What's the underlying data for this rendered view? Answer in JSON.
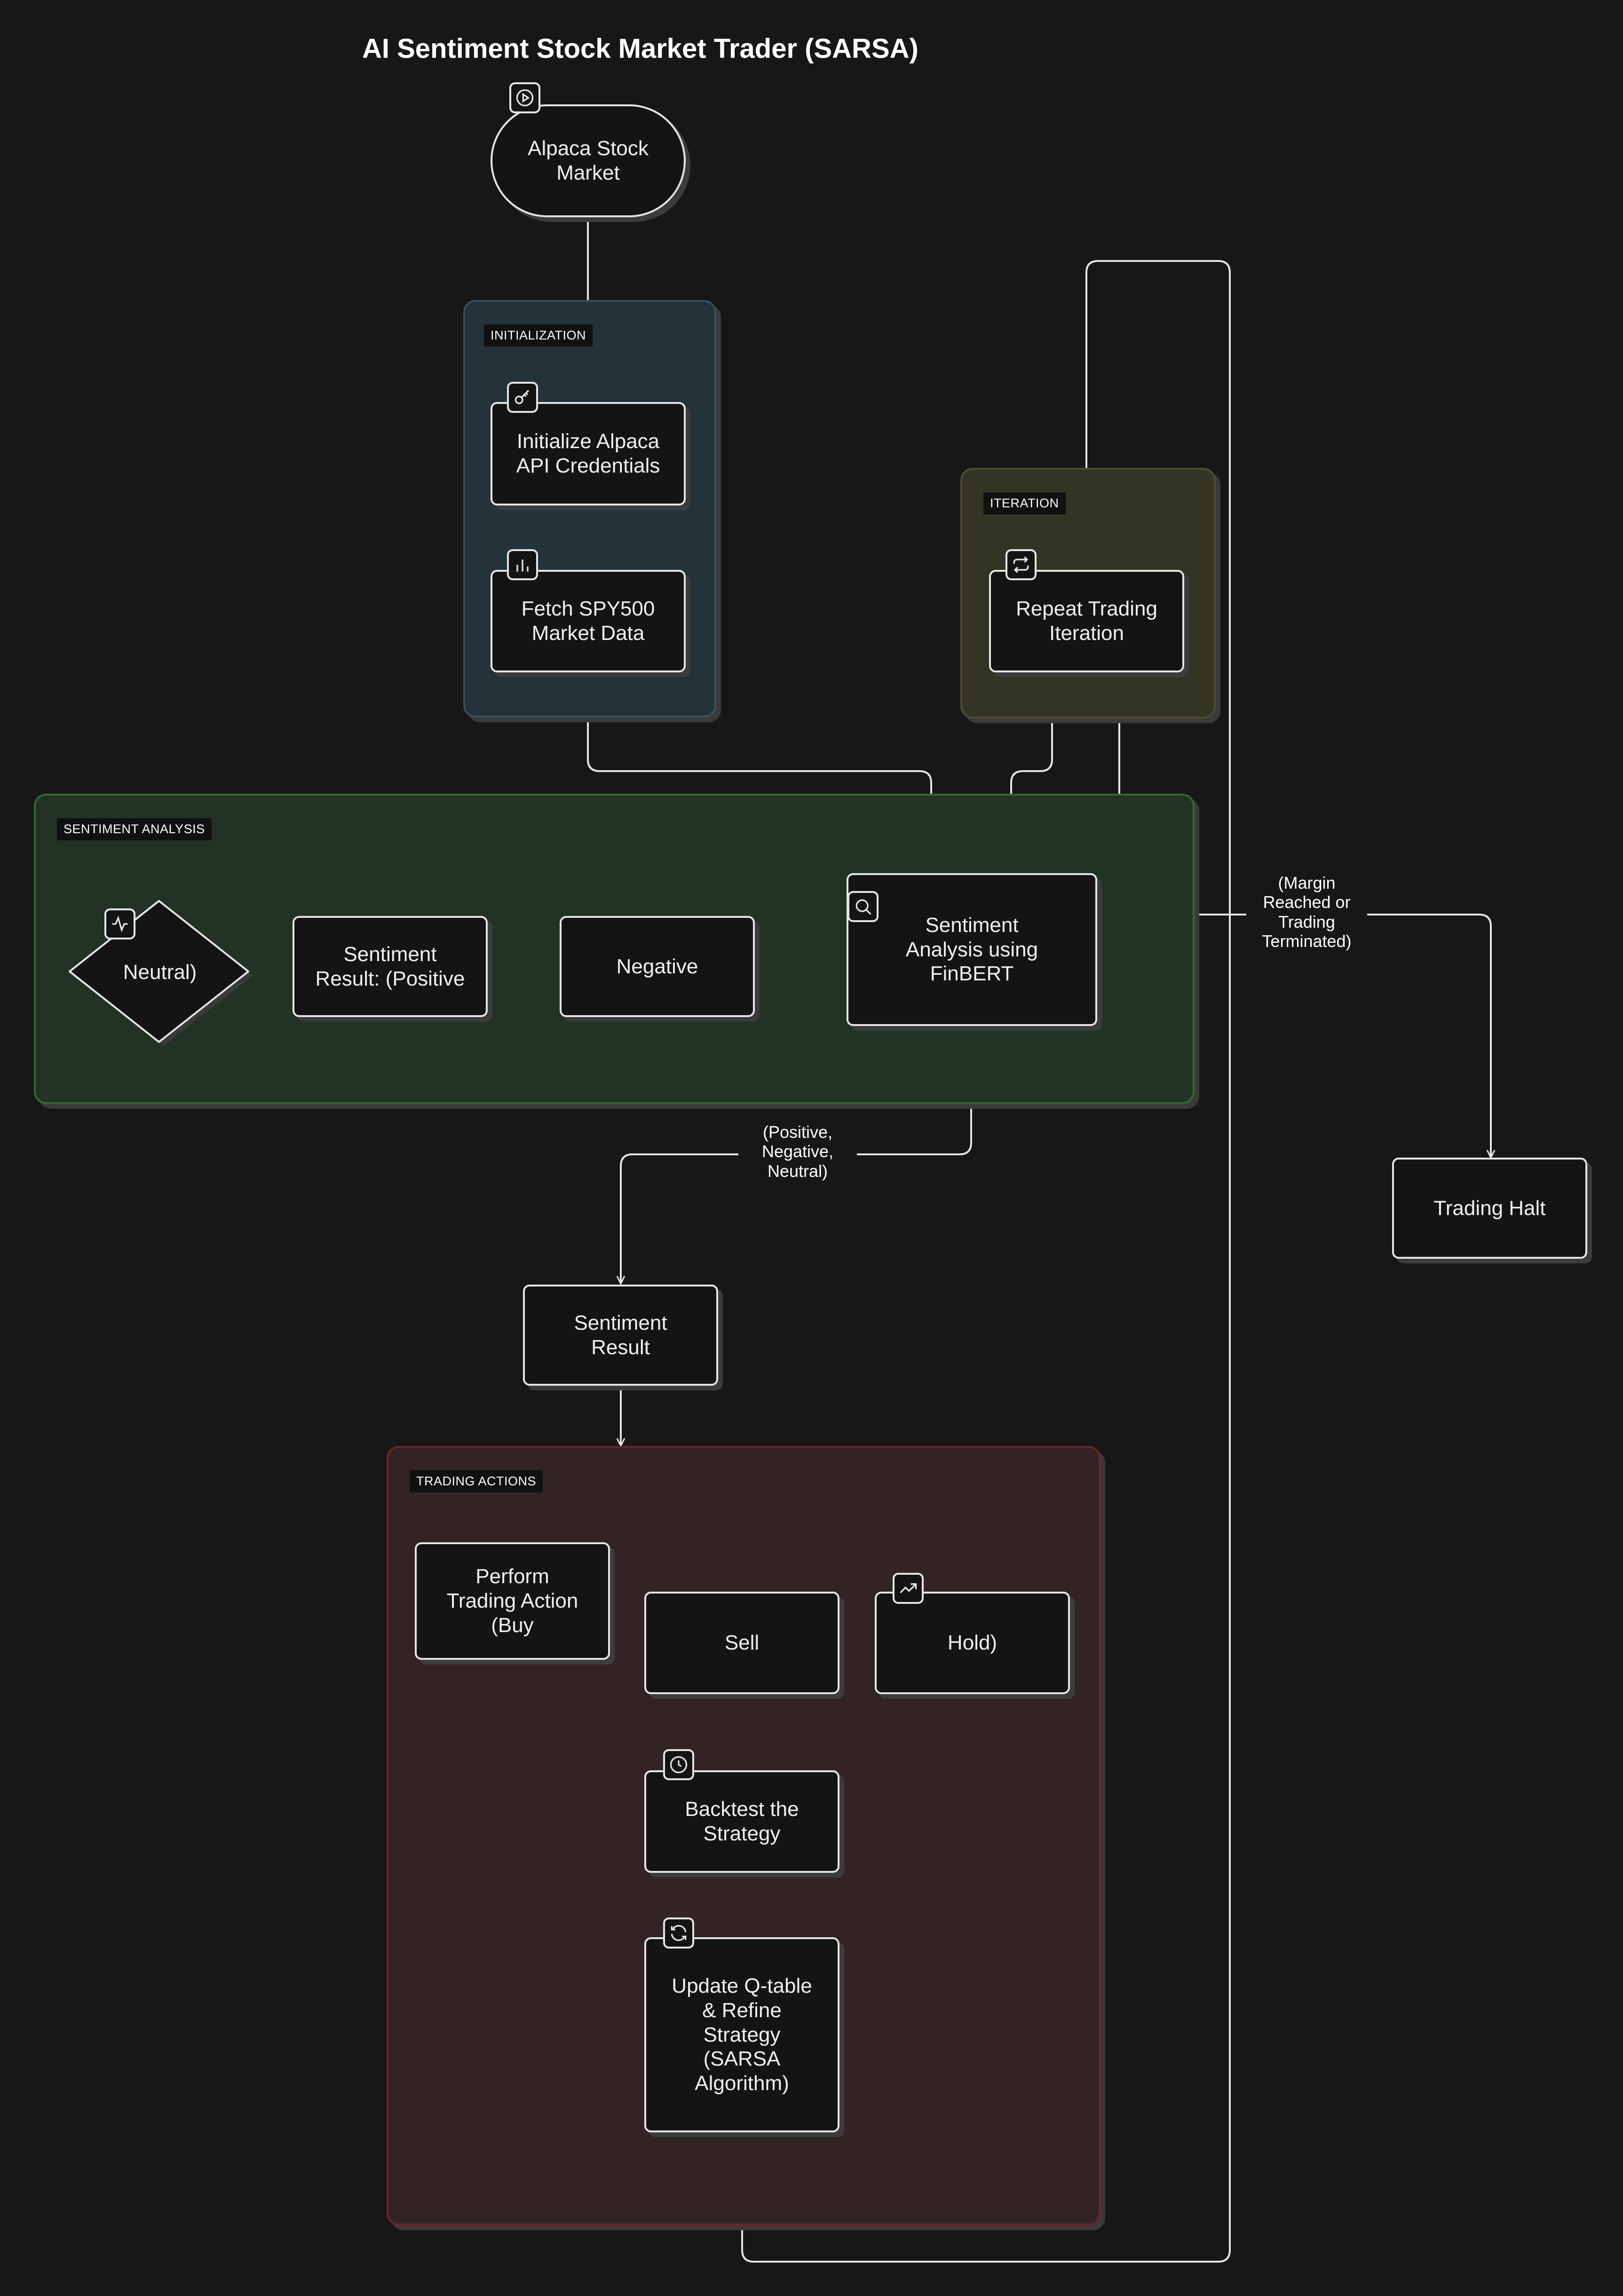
{
  "diagram": {
    "title": "AI Sentiment Stock Market Trader (SARSA)",
    "colors": {
      "background": "#171717",
      "initialization_group": "#2a3a45",
      "iteration_group": "#5a5a2a",
      "sentiment_group": "#2f6b2f",
      "trading_group": "#7a2a2a"
    },
    "groups": {
      "initialization": "INITIALIZATION",
      "iteration": "ITERATION",
      "sentiment_analysis": "SENTIMENT ANALYSIS",
      "trading_actions": "TRADING ACTIONS"
    },
    "nodes": {
      "alpaca": "Alpaca Stock\nMarket",
      "init_api": "Initialize Alpaca\nAPI Credentials",
      "fetch_data": "Fetch SPY500\nMarket Data",
      "repeat": "Repeat Trading\nIteration",
      "neutral": "Neutral)",
      "sentiment_positive": "Sentiment\nResult: (Positive",
      "negative": "Negative",
      "finbert": "Sentiment\nAnalysis using\nFinBERT",
      "trading_halt": "Trading Halt",
      "sentiment_result": "Sentiment\nResult",
      "perform_action": "Perform\nTrading Action\n(Buy",
      "sell": "Sell",
      "hold": "Hold)",
      "backtest": "Backtest the\nStrategy",
      "update_q": "Update Q-table\n& Refine\nStrategy\n(SARSA\nAlgorithm)"
    },
    "edge_labels": {
      "margin": "(Margin\nReached or\nTrading\nTerminated)",
      "sentiment_values": "(Positive,\nNegative,\nNeutral)"
    },
    "icons": {
      "alpaca": "play-icon",
      "init_api": "key-icon",
      "fetch_data": "bar-chart-icon",
      "repeat": "repeat-icon",
      "neutral": "activity-icon",
      "finbert": "search-icon",
      "hold": "trending-up-icon",
      "backtest": "clock-icon",
      "update_q": "refresh-icon"
    }
  }
}
